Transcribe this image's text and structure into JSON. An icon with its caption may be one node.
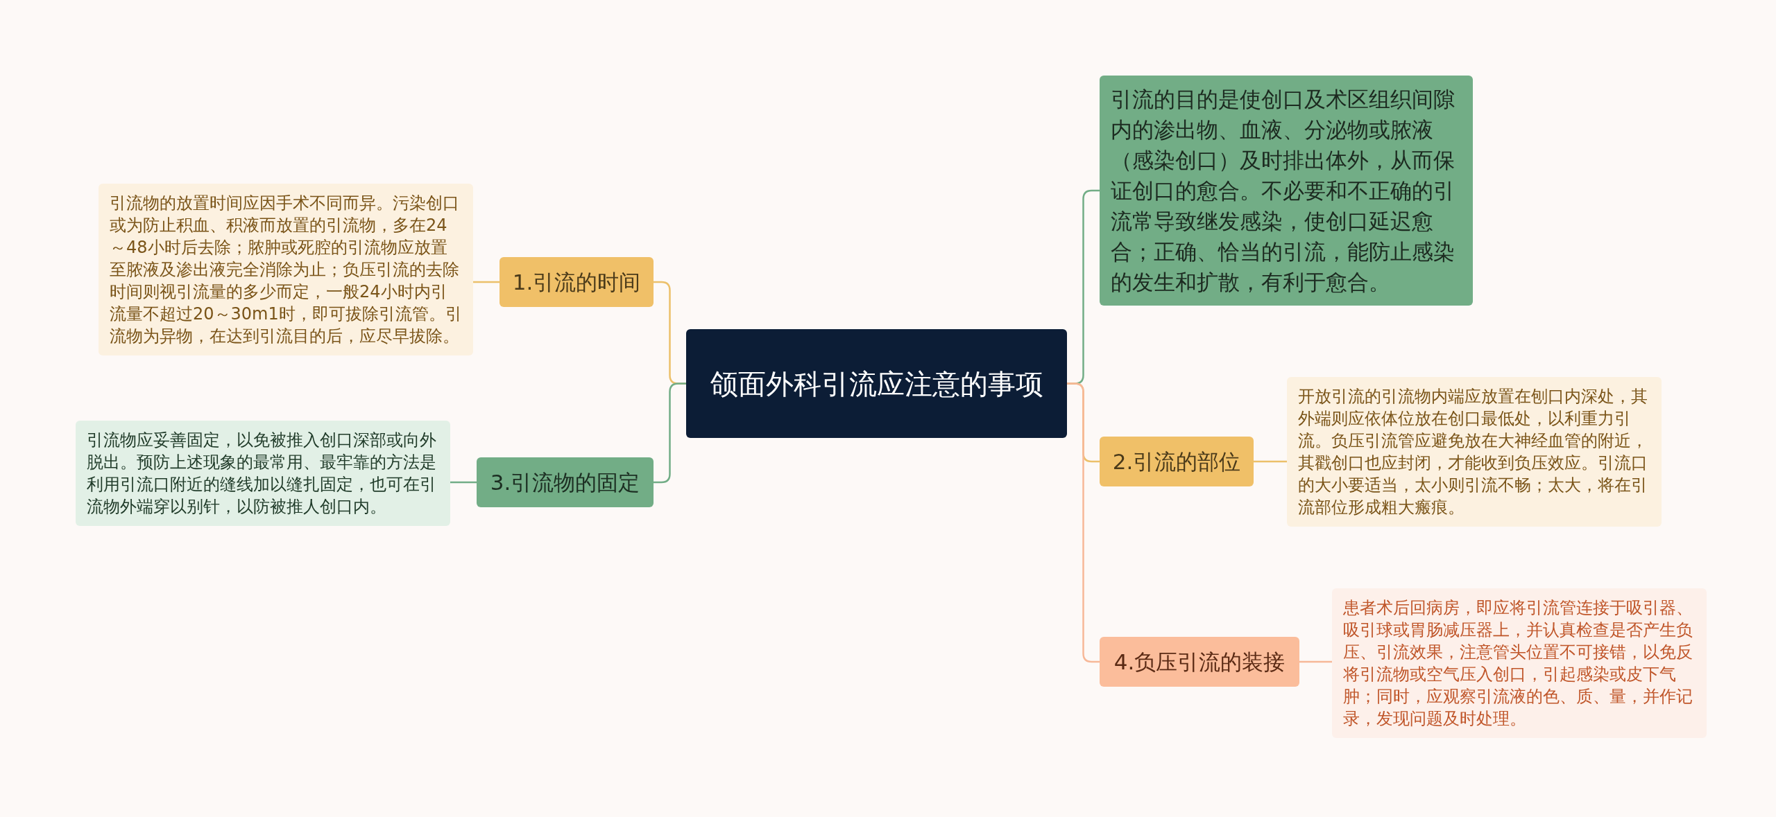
{
  "diagram": {
    "nodes": [
      {
        "text": [
          "颌面外科引流应注意的事项"
        ]
      },
      {
        "text": [
          "引流物的放置时间应因手术不同而异。污染创口或为防止积血、积液而放置的引流物，多在24～48小时后去除；脓肿或死腔的引流物应放置至脓液及渗出液完全消除为止；负压引流的去除时间则视引流量的多少而定，一般24小时内引流量不超过20～30m1时，即可拔除引流管。引流物为异物，在达到引流目的后，应尽早拔除。"
        ]
      },
      {
        "text": [
          "1.引流的时间"
        ]
      },
      {
        "text": [
          "引流物应妥善固定，以免被推入创口深部或向外脱出。预防上述现象的最常用、最牢靠的方法是利用引流口附近的缝线加以缝扎固定，也可在引流物外端穿以别针，以防被推人创口内。"
        ]
      },
      {
        "text": [
          "3.引流物的固定"
        ]
      },
      {
        "text": [
          "引流的目的是使创口及术区组织间隙内的渗出物、血液、分泌物或脓液（感染创口）及时排出体外，从而保证创口的愈合。不必要和不正确的引流常导致继发感染，使创口延迟愈合；正确、恰当的引流，能防止感染的发生和扩散，有利于愈合。"
        ]
      },
      {
        "text": [
          "2.引流的部位"
        ]
      },
      {
        "text": [
          "开放引流的引流物内端应放置在刨口内深处，其外端则应依体位放在创口最低处，以利重力引流。负压引流管应避免放在大神经血管的附近，其戳创口也应封闭，才能收到负压效应。引流口的大小要适当，太小则引流不畅；太大，将在引流部位形成粗大瘢痕。"
        ]
      },
      {
        "text": [
          "4.负压引流的装接"
        ]
      },
      {
        "text": [
          "患者术后回病房，即应将引流管连接于吸引器、吸引球或胃肠减压器上，并认真检查是否产生负压、引流效果，注意管头位置不可接错，以免反将引流物或空气压入创口，引起感染或皮下气肿；同时，应观察引流液的色、质、量，并作记录，发现问题及时处理。"
        ]
      }
    ],
    "edges": [
      {
        "from": 0,
        "to": 2,
        "arrow": "none",
        "color": "#ecc06a"
      },
      {
        "from": 2,
        "to": 1,
        "arrow": "none",
        "color": "#ecc06a"
      },
      {
        "from": 0,
        "to": 4,
        "arrow": "none",
        "color": "#72ad86"
      },
      {
        "from": 4,
        "to": 3,
        "arrow": "none",
        "color": "#72ad86"
      },
      {
        "from": 0,
        "to": 5,
        "arrow": "none",
        "color": "#72ad86"
      },
      {
        "from": 0,
        "to": 6,
        "arrow": "none",
        "color": "#ecc06a"
      },
      {
        "from": 6,
        "to": 7,
        "arrow": "none",
        "color": "#ecc06a"
      },
      {
        "from": 0,
        "to": 8,
        "arrow": "none",
        "color": "#f7b898"
      },
      {
        "from": 8,
        "to": 9,
        "arrow": "none",
        "color": "#f7b898"
      }
    ]
  }
}
